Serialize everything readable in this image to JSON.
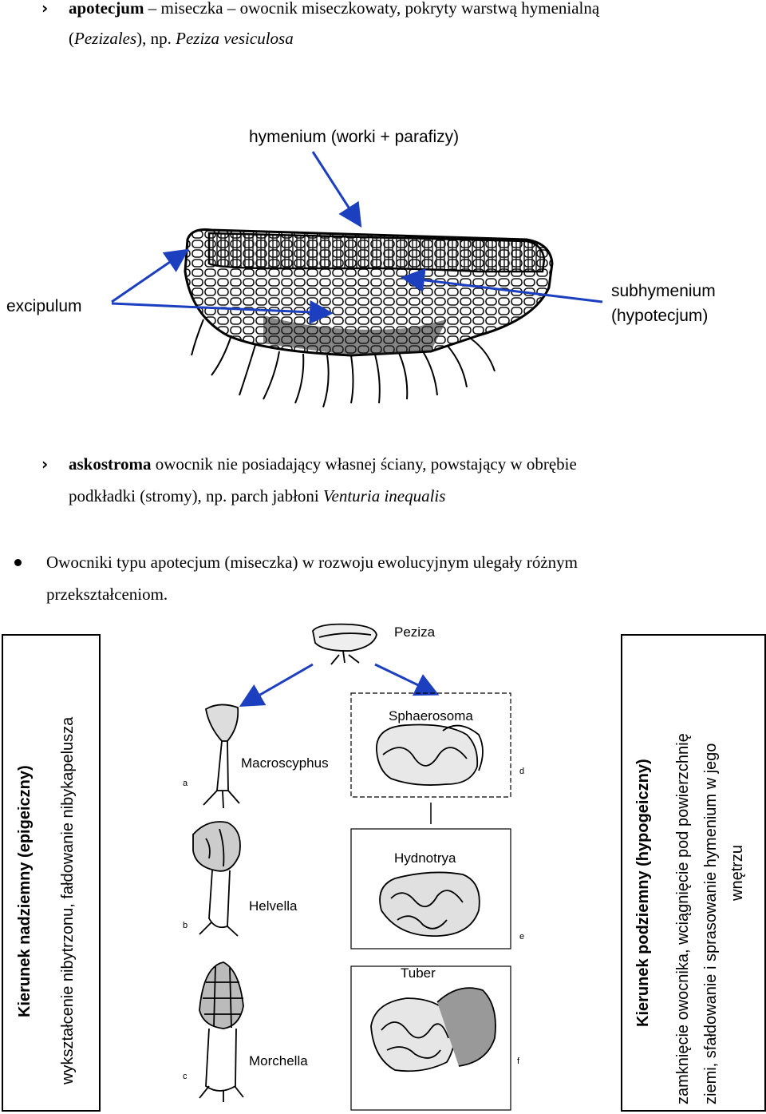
{
  "section1": {
    "bullet": "›",
    "term": "apotecjum",
    "definition": " – miseczka – owocnik miseczkowaty, pokryty warstwą hymenialną",
    "line2_open": "(",
    "line2_order": "Pezizales",
    "line2_mid": "), np. ",
    "line2_species": "Peziza vesiculosa"
  },
  "diagram1": {
    "hymenium_label": "hymenium (worki + parafizy)",
    "excipulum_label": "excipulum",
    "subhymenium_label_line1": "subhymenium",
    "subhymenium_label_line2": "(hypotecjum)"
  },
  "section2": {
    "bullet": "›",
    "term": "askostroma",
    "definition": " owocnik nie posiadający własnej ściany, powstający w obrębie",
    "line2_text": "podkładki (stromy), np. parch jabłoni ",
    "line2_species": "Venturia inequalis"
  },
  "section3": {
    "line1": "Owocniki typu apotecjum (miseczka) w rozwoju ewolucyjnym ulegały różnym",
    "line2": "przekształceniom."
  },
  "diagram2": {
    "peziza": "Peziza",
    "macroscyphus": "Macroscyphus",
    "helvella": "Helvella",
    "morchella": "Morchella",
    "sphaerosoma": "Sphaerosoma",
    "hydnotrya": "Hydnotrya",
    "tuber": "Tuber",
    "letter_a": "a",
    "letter_b": "b",
    "letter_c": "c",
    "letter_d": "d",
    "letter_e": "e",
    "letter_f": "f"
  },
  "left_box": {
    "title": "Kierunek nadziemny (epigeiczny)",
    "subtitle": "wykształcenie nibytrzonu, fałdowanie nibykapelusza"
  },
  "right_box": {
    "title": "Kierunek podziemny (hypogeiczny)",
    "line1": "zamknięcie owocnika, wciągnięcie pod powierzchnię",
    "line2": "ziemi, sfałdowanie i sprasowanie hymenium w jego",
    "line3": "wnętrzu"
  }
}
